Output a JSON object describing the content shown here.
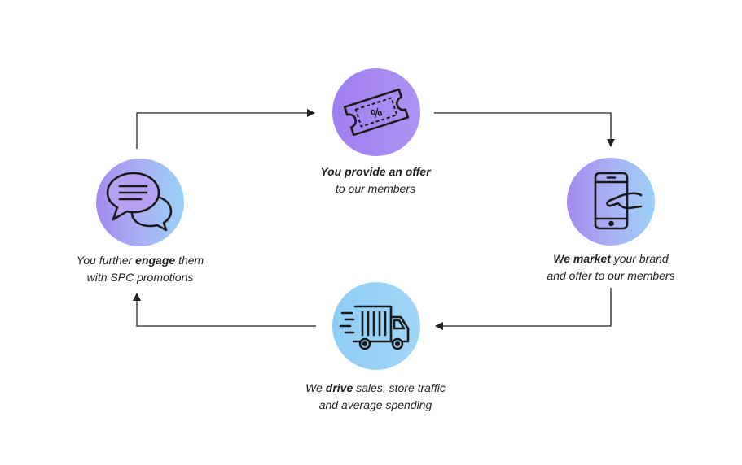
{
  "nodes": [
    {
      "id": "offer",
      "icon": "coupon-icon",
      "icon_text": "%",
      "caption_line1_bold": "You provide an offer",
      "caption_line2": "to our members"
    },
    {
      "id": "market",
      "icon": "smartphone-hand-icon",
      "caption_line1_bold": "We market",
      "caption_line1_rest": " your brand",
      "caption_line2": "and offer to our members"
    },
    {
      "id": "drive",
      "icon": "delivery-truck-icon",
      "caption_line1_pre": "We ",
      "caption_line1_bold": "drive",
      "caption_line1_rest": " sales, store traffic",
      "caption_line2": "and average spending"
    },
    {
      "id": "engage",
      "icon": "chat-bubbles-icon",
      "caption_line1_pre": "You further ",
      "caption_line1_bold": "engage",
      "caption_line1_rest": " them",
      "caption_line2": "with SPC promotions"
    }
  ],
  "colors": {
    "purple": "#a07ef0",
    "blue": "#8fcdf6",
    "line": "#222222",
    "icon_stroke": "#1a1a1a"
  }
}
